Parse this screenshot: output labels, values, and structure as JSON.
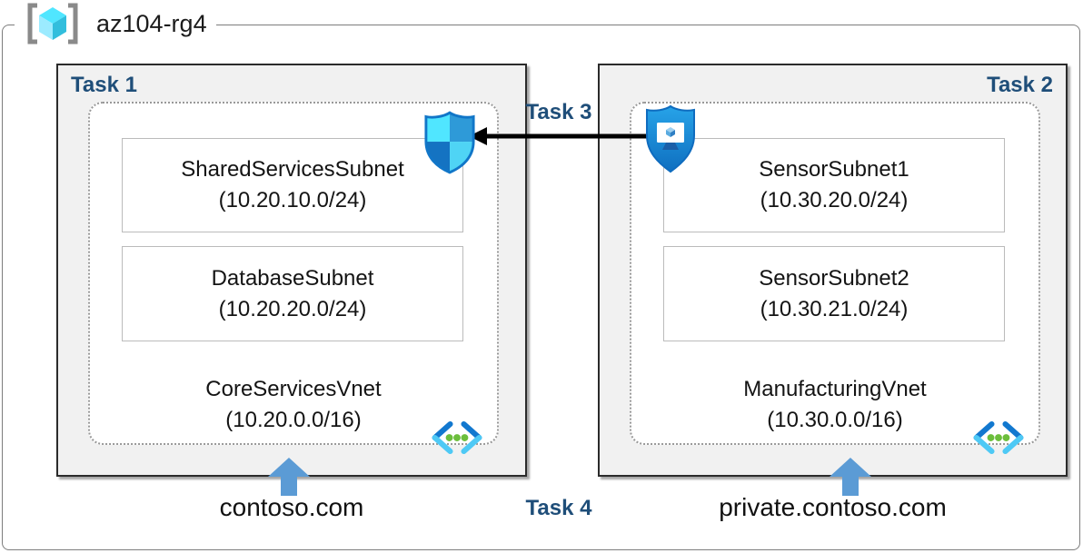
{
  "resource_group": {
    "name": "az104-rg4",
    "icon": "resource-group-icon"
  },
  "tasks": {
    "task3_label": "Task 3",
    "task4_label": "Task 4"
  },
  "vnets": [
    {
      "task_label": "Task 1",
      "name": "CoreServicesVnet",
      "address_space": "(10.20.0.0/16)",
      "subnets": [
        {
          "name": "SharedServicesSubnet",
          "cidr": "(10.20.10.0/24)"
        },
        {
          "name": "DatabaseSubnet",
          "cidr": "(10.20.20.0/24)"
        }
      ],
      "dns_domain": "contoso.com",
      "vnet_icon": "virtual-network-icon"
    },
    {
      "task_label": "Task 2",
      "name": "ManufacturingVnet",
      "address_space": "(10.30.0.0/16)",
      "subnets": [
        {
          "name": "SensorSubnet1",
          "cidr": "(10.30.20.0/24)"
        },
        {
          "name": "SensorSubnet2",
          "cidr": "(10.30.21.0/24)"
        }
      ],
      "dns_domain": "private.contoso.com",
      "vnet_icon": "virtual-network-icon"
    }
  ],
  "connection": {
    "label": "Task 3",
    "from_icon": "application-security-group-icon",
    "to_icon": "network-security-group-icon",
    "direction": "right-to-left"
  },
  "icons": {
    "resource_group": "resource-group-icon",
    "network_security_group": "network-security-group-icon",
    "application_security_group": "application-security-group-icon",
    "virtual_network": "virtual-network-icon",
    "dns_up_arrow": "up-arrow-icon"
  },
  "colors": {
    "task_label": "#1F4E79",
    "up_arrow": "#5B9BD5",
    "azure_blue": "#0078D4",
    "azure_light_cyan": "#50E6FF",
    "green_dot": "#6CBE3C",
    "box_bg": "#F1F1F1",
    "box_border": "#2B2B2B",
    "dotted_border": "#999999",
    "subnet_border": "#BBBBBB",
    "peering_arrow": "#000000"
  }
}
